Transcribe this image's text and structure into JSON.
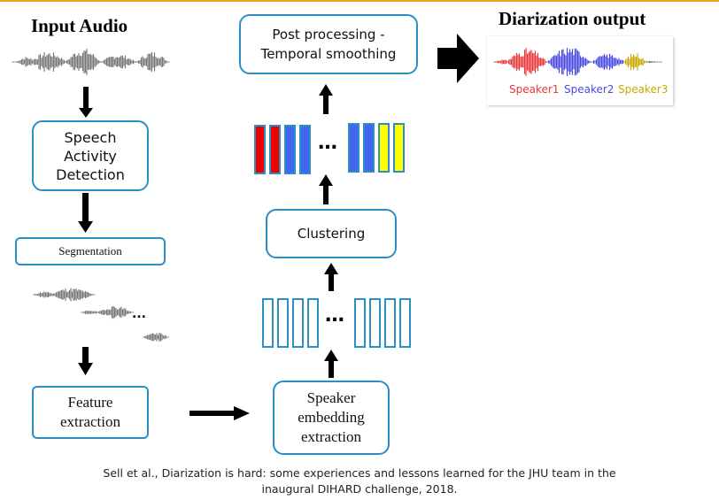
{
  "headings": {
    "input_audio": "Input Audio",
    "diarization_output": "Diarization output"
  },
  "boxes": {
    "speech_activity": [
      "Speech",
      "Activity",
      "Detection"
    ],
    "segmentation": "Segmentation",
    "feature_extraction": [
      "Feature",
      "extraction"
    ],
    "speaker_embedding": [
      "Speaker",
      "embedding",
      "extraction"
    ],
    "clustering": "Clustering",
    "post_processing": [
      "Post processing -",
      "Temporal smoothing"
    ]
  },
  "ellipsis": "...",
  "embedding_dots": "…",
  "speakers": [
    {
      "label": "Speaker1",
      "color": "#e8383a"
    },
    {
      "label": "Speaker2",
      "color": "#4a4ae0"
    },
    {
      "label": "Speaker3",
      "color": "#c8a800"
    }
  ],
  "cluster_colors": {
    "red": "#ee0000",
    "blue": "#4466ee",
    "yellow": "#ffff00",
    "border": "#2b8fc6"
  },
  "caption": [
    "Sell et al., Diarization is hard: some experiences and lessons learned for the JHU team in the",
    "inaugural DIHARD challenge, 2018."
  ]
}
